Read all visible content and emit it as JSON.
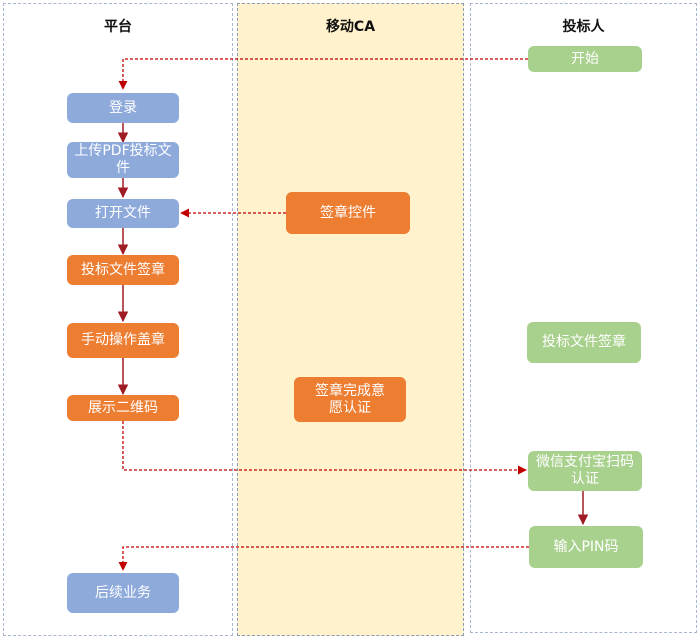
{
  "lanes": [
    {
      "id": "platform",
      "title": "平台"
    },
    {
      "id": "mobile-ca",
      "title": "移动CA"
    },
    {
      "id": "bidder",
      "title": "投标人"
    }
  ],
  "nodes": {
    "login": "登录",
    "upload": "上传PDF投标文件",
    "open_file": "打开文件",
    "sign_doc_platform": "投标文件签章",
    "manual_stamp": "手动操作盖章",
    "show_qr": "展示二维码",
    "followup": "后续业务",
    "sign_control": "签章控件",
    "sign_complete": "签章完成意愿认证",
    "start": "开始",
    "sign_doc_bidder": "投标文件签章",
    "scan_auth": "微信支付宝扫码认证",
    "enter_pin": "输入PIN码"
  },
  "colors": {
    "platform_node": "#8eaadb",
    "ca_node": "#ed7d31",
    "bidder_node": "#a9d18e",
    "ca_lane_bg": "#fff2cc",
    "arrow": "#a01c24",
    "dashed_arrow": "#c00000"
  }
}
